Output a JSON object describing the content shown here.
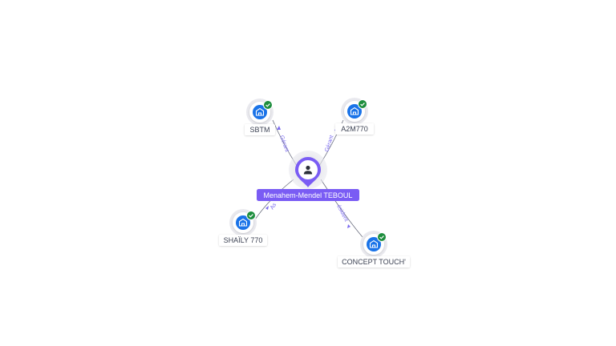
{
  "colors": {
    "accent": "#7a5cf4",
    "company_icon": "#1a73e8",
    "check": "#1e8e3e",
    "edge_label": "#7c6cf0"
  },
  "center": {
    "label": "Menahem-Mendel TEBOUL",
    "icon": "person-icon"
  },
  "nodes": [
    {
      "id": "sbtm",
      "label": "SBTM",
      "icon": "company-icon",
      "verified": true,
      "edge_label": "Gérant"
    },
    {
      "id": "a2m770",
      "label": "A2M770",
      "icon": "company-icon",
      "verified": true,
      "edge_label": "Gérant"
    },
    {
      "id": "shaily770",
      "label": "SHAÏLY 770",
      "icon": "company-icon",
      "verified": true,
      "edge_label": "As"
    },
    {
      "id": "concept-touch",
      "label": "CONCEPT TOUCH'",
      "icon": "company-icon",
      "verified": true,
      "edge_label": "ésident"
    }
  ]
}
